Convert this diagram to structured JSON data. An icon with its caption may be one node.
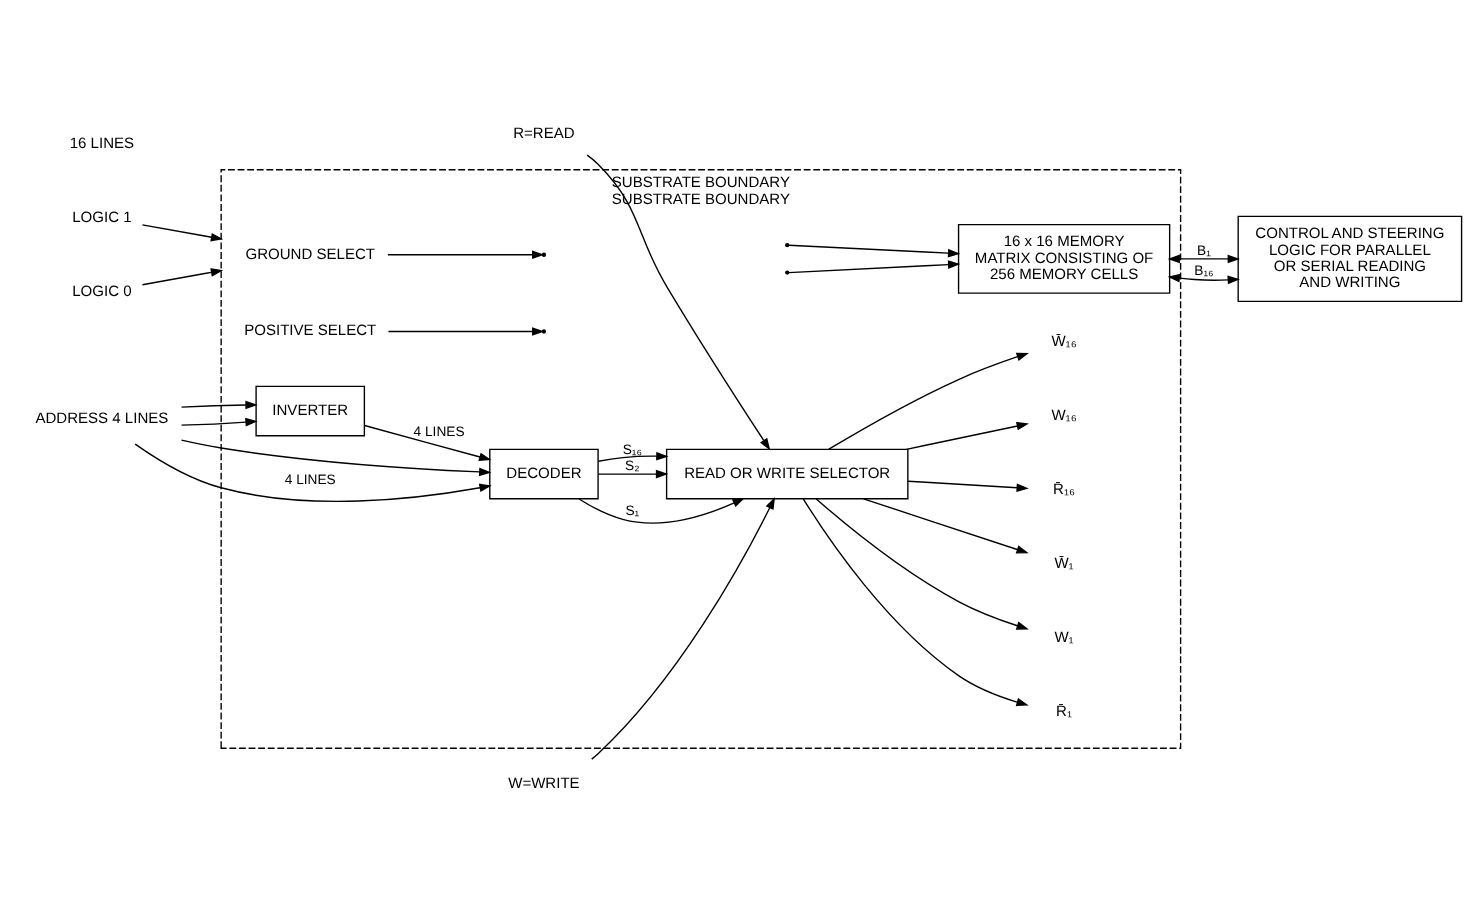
{
  "diagram": {
    "nodes": [
      {
        "text": [
          "SUBSTRATE BOUNDARY",
          "SUBSTRATE BOUNDARY"
        ]
      },
      {
        "text": [
          "LOGIC 1"
        ]
      },
      {
        "text": [
          "LOGIC 0"
        ]
      },
      {
        "text": [
          "ADDRESS 4 LINES"
        ]
      },
      {
        "text": [
          "GROUND SELECT"
        ],
        "in": 0
      },
      {
        "text": [
          "POSITIVE SELECT"
        ],
        "in": 0
      },
      {
        "text": [
          "INVERTER"
        ],
        "in": 0
      },
      {
        "text": [
          "DECODER"
        ],
        "in": 0
      },
      {
        "text": [
          "READ OR WRITE SELECTOR"
        ],
        "in": 0
      },
      {
        "text": [
          "R̄₁"
        ],
        "in": 0
      },
      {
        "text": [
          "W₁"
        ],
        "in": 0
      },
      {
        "text": [
          "W̄₁"
        ],
        "in": 0
      },
      {
        "text": [
          "R̄₁₆"
        ],
        "in": 0
      },
      {
        "text": [
          "W₁₆"
        ],
        "in": 0
      },
      {
        "text": [
          "W̄₁₆"
        ],
        "in": 0
      },
      {
        "text": [
          "16 x 16 MEMORY MATRIX CONSISTING OF 256 MEMORY CELLS"
        ],
        "in": 0
      },
      {
        "text": [
          "CONTROL AND STEERING LOGIC FOR PARALLEL OR SERIAL READING AND WRITING"
        ]
      },
      {
        "text": [
          "R=READ"
        ]
      },
      {
        "text": [
          "W=WRITE"
        ]
      }
    ],
    "edges": [
      {
        "from": 1,
        "to": 0,
        "arrow": "to"
      },
      {
        "from": 2,
        "to": 0,
        "arrow": "to"
      },
      {
        "from": 3,
        "to": 7,
        "arrow": "to"
      },
      {
        "from": 3,
        "to": 7,
        "arrow": "to",
        "label": "4 LINES"
      },
      {
        "from": 3,
        "to": 6,
        "arrow": "to"
      },
      {
        "from": 3,
        "to": 6,
        "arrow": "to"
      },
      {
        "from": 6,
        "to": 7,
        "arrow": "to",
        "label": "4 LINES"
      },
      {
        "from": 4,
        "to": null,
        "arrow": "to"
      },
      {
        "from": 5,
        "to": null,
        "arrow": "to"
      },
      {
        "from": 7,
        "to": 8,
        "arrow": "to",
        "label": "S₁"
      },
      {
        "from": 7,
        "to": 8,
        "arrow": "to",
        "label": "S₂"
      },
      {
        "from": 7,
        "to": 8,
        "arrow": "to",
        "label": "S₁₆"
      },
      {
        "from": 8,
        "to": 9,
        "arrow": "to"
      },
      {
        "from": 8,
        "to": 10,
        "arrow": "to"
      },
      {
        "from": 8,
        "to": 11,
        "arrow": "to"
      },
      {
        "from": 8,
        "to": 12,
        "arrow": "to"
      },
      {
        "from": 8,
        "to": 13,
        "arrow": "to"
      },
      {
        "from": 8,
        "to": 14,
        "arrow": "to"
      },
      {
        "from": null,
        "to": 15,
        "arrow": "to"
      },
      {
        "from": null,
        "to": 15,
        "arrow": "to"
      },
      {
        "from": 17,
        "to": 8,
        "arrow": "to"
      },
      {
        "from": 18,
        "to": 8,
        "arrow": "to"
      },
      {
        "from": 15,
        "to": 16,
        "arrow": "both",
        "label": "B₁"
      },
      {
        "from": 15,
        "to": 16,
        "arrow": "both",
        "label": "B₁₆"
      }
    ],
    "labels": [
      "16 LINES"
    ]
  }
}
